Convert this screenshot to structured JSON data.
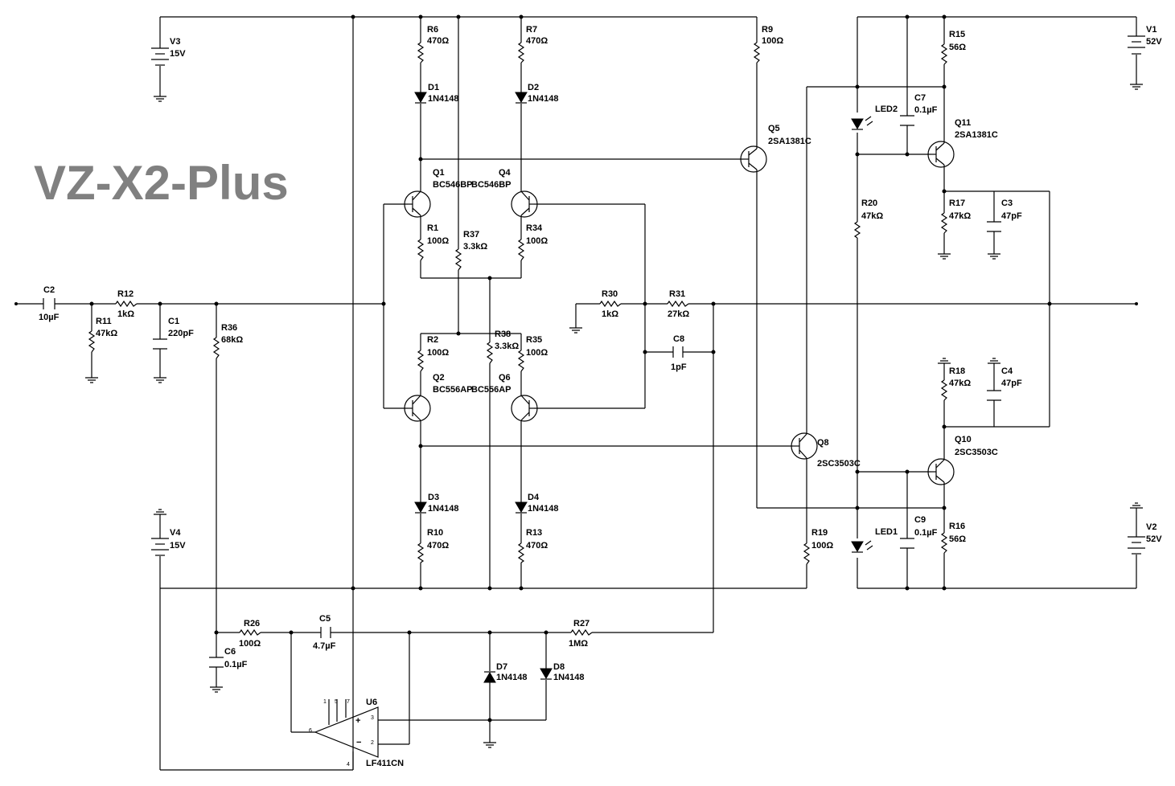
{
  "title": "VZ-X2-Plus",
  "components": {
    "V3": {
      "ref": "V3",
      "value": "15V"
    },
    "V4": {
      "ref": "V4",
      "value": "15V"
    },
    "V1": {
      "ref": "V1",
      "value": "52V"
    },
    "V2": {
      "ref": "V2",
      "value": "52V"
    },
    "R6": {
      "ref": "R6",
      "value": "470Ω"
    },
    "R7": {
      "ref": "R7",
      "value": "470Ω"
    },
    "R9": {
      "ref": "R9",
      "value": "100Ω"
    },
    "R1": {
      "ref": "R1",
      "value": "100Ω"
    },
    "R37": {
      "ref": "R37",
      "value": "3.3kΩ"
    },
    "R34": {
      "ref": "R34",
      "value": "100Ω"
    },
    "R2": {
      "ref": "R2",
      "value": "100Ω"
    },
    "R38": {
      "ref": "R38",
      "value": "3.3kΩ"
    },
    "R35": {
      "ref": "R35",
      "value": "100Ω"
    },
    "R10": {
      "ref": "R10",
      "value": "470Ω"
    },
    "R13": {
      "ref": "R13",
      "value": "470Ω"
    },
    "R30": {
      "ref": "R30",
      "value": "1kΩ"
    },
    "R31": {
      "ref": "R31",
      "value": "27kΩ"
    },
    "R19": {
      "ref": "R19",
      "value": "100Ω"
    },
    "R12": {
      "ref": "R12",
      "value": "1kΩ"
    },
    "R11": {
      "ref": "R11",
      "value": "47kΩ"
    },
    "R36": {
      "ref": "R36",
      "value": "68kΩ"
    },
    "R26": {
      "ref": "R26",
      "value": "100Ω"
    },
    "R27": {
      "ref": "R27",
      "value": "1MΩ"
    },
    "R15": {
      "ref": "R15",
      "value": "56Ω"
    },
    "R16": {
      "ref": "R16",
      "value": "56Ω"
    },
    "R17": {
      "ref": "R17",
      "value": "47kΩ"
    },
    "R18": {
      "ref": "R18",
      "value": "47kΩ"
    },
    "R20": {
      "ref": "R20",
      "value": "47kΩ"
    },
    "C2": {
      "ref": "C2",
      "value": "10µF"
    },
    "C1": {
      "ref": "C1",
      "value": "220pF"
    },
    "C8": {
      "ref": "C8",
      "value": "1pF"
    },
    "C6": {
      "ref": "C6",
      "value": "0.1µF"
    },
    "C5": {
      "ref": "C5",
      "value": "4.7µF"
    },
    "C7": {
      "ref": "C7",
      "value": "0.1µF"
    },
    "C9": {
      "ref": "C9",
      "value": "0.1µF"
    },
    "C3": {
      "ref": "C3",
      "value": "47pF"
    },
    "C4": {
      "ref": "C4",
      "value": "47pF"
    },
    "D1": {
      "ref": "D1",
      "value": "1N4148"
    },
    "D2": {
      "ref": "D2",
      "value": "1N4148"
    },
    "D3": {
      "ref": "D3",
      "value": "1N4148"
    },
    "D4": {
      "ref": "D4",
      "value": "1N4148"
    },
    "D7": {
      "ref": "D7",
      "value": "1N4148"
    },
    "D8": {
      "ref": "D8",
      "value": "1N4148"
    },
    "LED1": {
      "ref": "LED1"
    },
    "LED2": {
      "ref": "LED2"
    },
    "Q1": {
      "ref": "Q1",
      "value": "BC546BP"
    },
    "Q4": {
      "ref": "Q4",
      "value": "BC546BP"
    },
    "Q2": {
      "ref": "Q2",
      "value": "BC556AP"
    },
    "Q6": {
      "ref": "Q6",
      "value": "BC556AP"
    },
    "Q5": {
      "ref": "Q5",
      "value": "2SA1381C"
    },
    "Q11": {
      "ref": "Q11",
      "value": "2SA1381C"
    },
    "Q8": {
      "ref": "Q8",
      "value": "2SC3503C"
    },
    "Q10": {
      "ref": "Q10",
      "value": "2SC3503C"
    },
    "U6": {
      "ref": "U6",
      "value": "LF411CN",
      "pins": [
        "1",
        "5",
        "7",
        "6",
        "3",
        "2",
        "4"
      ]
    }
  }
}
